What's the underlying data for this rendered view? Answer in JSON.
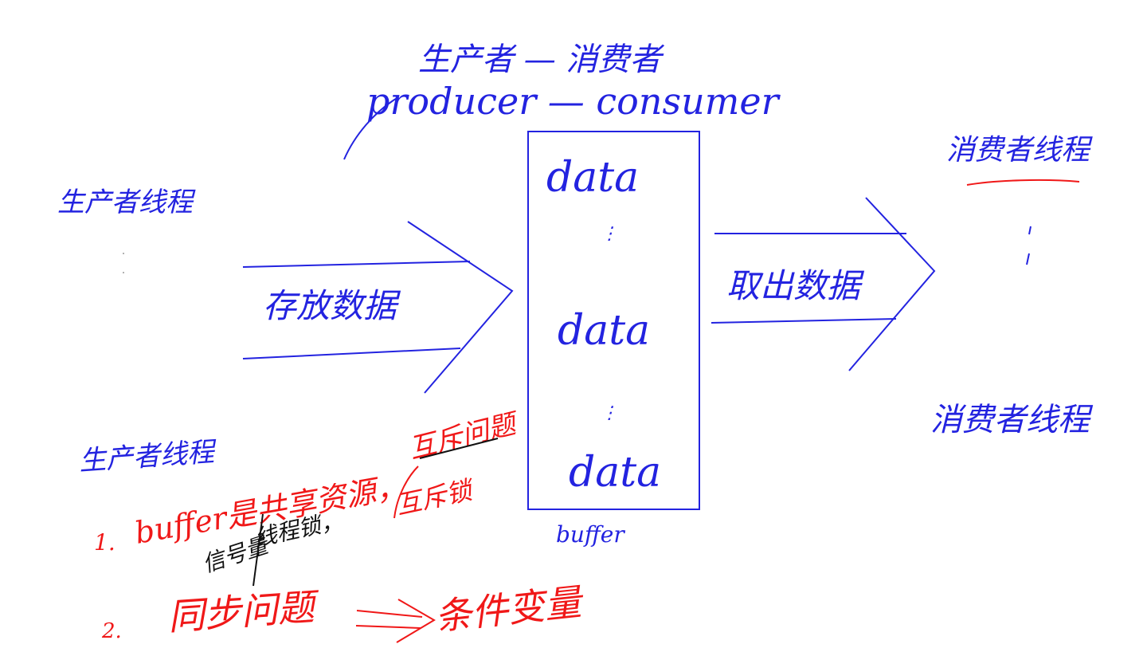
{
  "title_cn": "生产者 — 消费者",
  "title_en": "producer — consumer",
  "producer_top": "生产者线程",
  "producer_bottom": "生产者线程",
  "consumer_top": "消费者线程",
  "consumer_bottom": "消费者线程",
  "arrow_in": "存放数据",
  "arrow_out": "取出数据",
  "buffer": {
    "items": [
      "data",
      "data",
      "data"
    ],
    "label": "buffer"
  },
  "notes": {
    "n1_marker": "1.",
    "n1_text": "buffer是共享资源，",
    "n1_mutex": "互斥问题",
    "n1_lock": "互斥锁",
    "n1_signal": "信号量",
    "n1_thread_lock": "线程锁，",
    "n2_marker": "2.",
    "n2_text": "同步问题",
    "n2_result": "条件变量"
  },
  "colors": {
    "ink_blue": "#2323e0",
    "ink_red": "#f01818",
    "ink_black": "#111111"
  }
}
